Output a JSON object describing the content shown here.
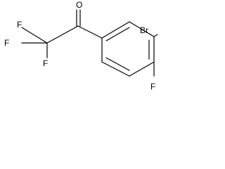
{
  "molecule": {
    "atoms": {
      "oxygen": "O",
      "bromine": "Br",
      "fluorine_ring": "F",
      "fluorine_cf3_top": "F",
      "fluorine_cf3_left": "F",
      "fluorine_cf3_bottom": "F"
    }
  }
}
